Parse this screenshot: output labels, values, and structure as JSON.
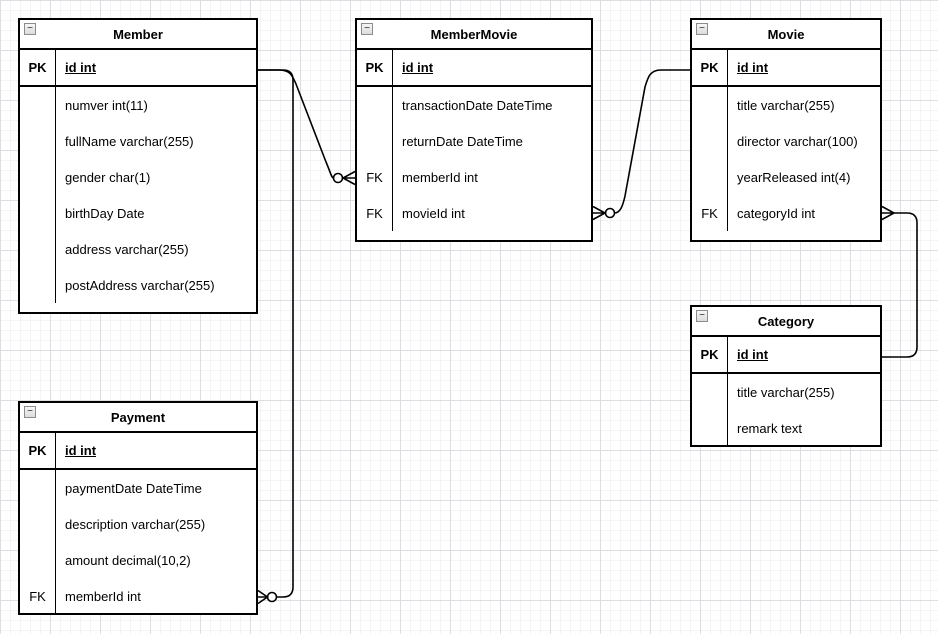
{
  "diagram": {
    "kind": "entity-relationship",
    "notation": "crow's foot"
  },
  "icons": {
    "collapse_glyph": "−",
    "collapse_name": "collapse-minus-icon"
  },
  "colors": {
    "background": "#ffffff",
    "grid_minor": "#f4f4f6",
    "grid_major": "#dedee2",
    "shape_fill": "#ffffff",
    "stroke": "#000000",
    "text": "#000000"
  },
  "entities": [
    {
      "title": "Member",
      "pk_key": "PK",
      "pk_label": "id int",
      "attributes": [
        {
          "key": "",
          "label": "numver int(11)"
        },
        {
          "key": "",
          "label": "fullName varchar(255)"
        },
        {
          "key": "",
          "label": "gender char(1)"
        },
        {
          "key": "",
          "label": "birthDay Date"
        },
        {
          "key": "",
          "label": "address varchar(255)"
        },
        {
          "key": "",
          "label": "postAddress varchar(255)"
        }
      ]
    },
    {
      "title": "MemberMovie",
      "pk_key": "PK",
      "pk_label": "id int",
      "attributes": [
        {
          "key": "",
          "label": "transactionDate DateTime"
        },
        {
          "key": "",
          "label": "returnDate DateTime"
        },
        {
          "key": "FK",
          "label": "memberId int"
        },
        {
          "key": "FK",
          "label": "movieId int"
        }
      ]
    },
    {
      "title": "Movie",
      "pk_key": "PK",
      "pk_label": "id int",
      "attributes": [
        {
          "key": "",
          "label": "title varchar(255)"
        },
        {
          "key": "",
          "label": "director varchar(100)"
        },
        {
          "key": "",
          "label": "yearReleased int(4)"
        },
        {
          "key": "FK",
          "label": "categoryId int"
        }
      ]
    },
    {
      "title": "Category",
      "pk_key": "PK",
      "pk_label": "id int",
      "attributes": [
        {
          "key": "",
          "label": "title varchar(255)"
        },
        {
          "key": "",
          "label": "remark text"
        }
      ]
    },
    {
      "title": "Payment",
      "pk_key": "PK",
      "pk_label": "id int",
      "attributes": [
        {
          "key": "",
          "label": "paymentDate DateTime"
        },
        {
          "key": "",
          "label": "description varchar(255)"
        },
        {
          "key": "",
          "label": "amount decimal(10,2)"
        },
        {
          "key": "FK",
          "label": "memberId int"
        }
      ]
    }
  ],
  "relationships": [
    {
      "from": "Member.id",
      "to": "MemberMovie.memberId",
      "from_cardinality": "one",
      "to_cardinality": "zero-or-many"
    },
    {
      "from": "Movie.id",
      "to": "MemberMovie.movieId",
      "from_cardinality": "one",
      "to_cardinality": "zero-or-many"
    },
    {
      "from": "Category.id",
      "to": "Movie.categoryId",
      "from_cardinality": "one",
      "to_cardinality": "many"
    },
    {
      "from": "Member.id",
      "to": "Payment.memberId",
      "from_cardinality": "one",
      "to_cardinality": "zero-or-many"
    }
  ]
}
